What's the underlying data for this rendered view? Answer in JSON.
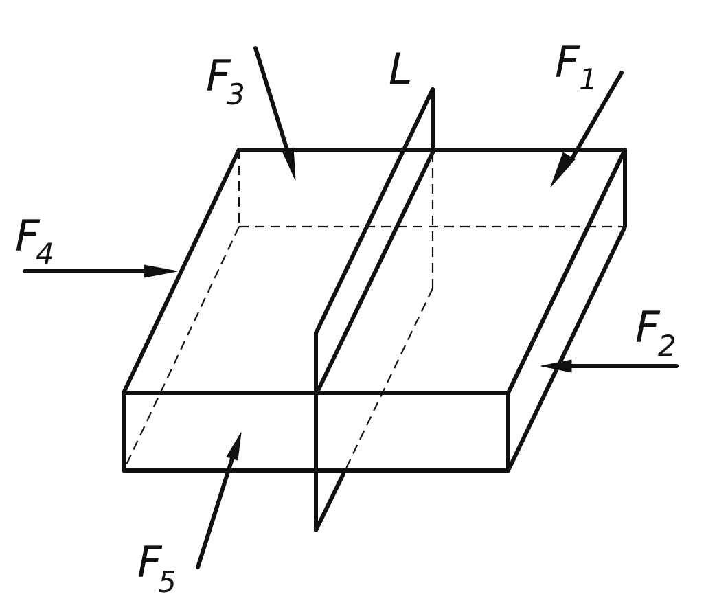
{
  "plane_label": "L",
  "forces": [
    {
      "letter": "F",
      "index": "1"
    },
    {
      "letter": "F",
      "index": "2"
    },
    {
      "letter": "F",
      "index": "3"
    },
    {
      "letter": "F",
      "index": "4"
    },
    {
      "letter": "F",
      "index": "5"
    }
  ],
  "colors": {
    "ink": "#111111",
    "background": "#ffffff"
  }
}
